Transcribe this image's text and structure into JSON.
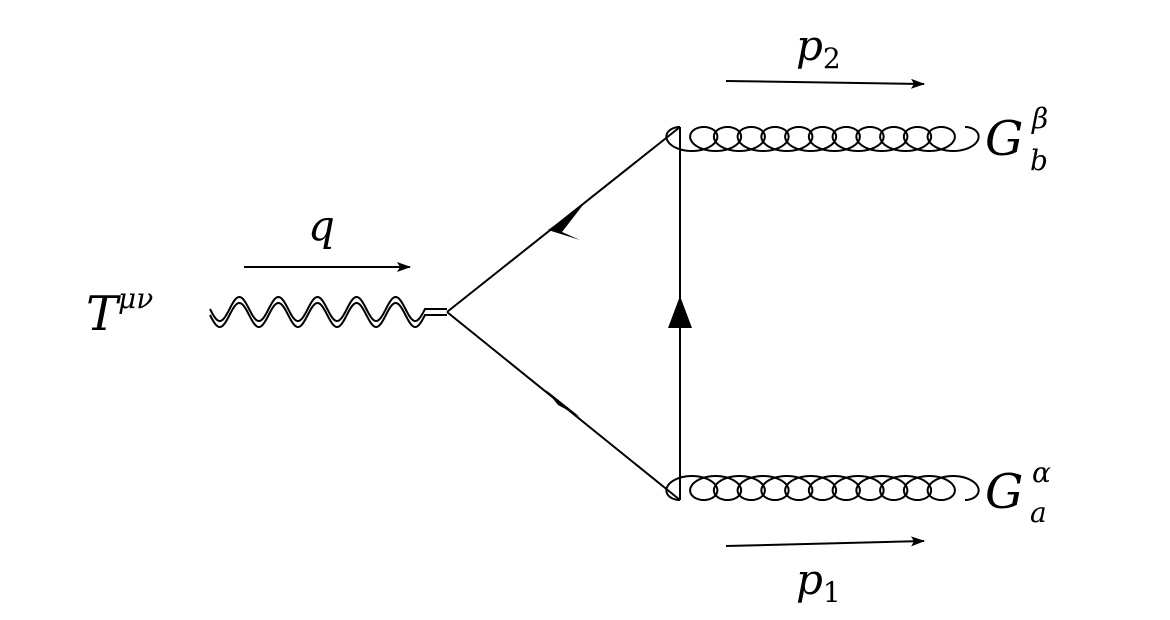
{
  "labels": {
    "tensor": {
      "base": "T",
      "sup": "μν"
    },
    "q": "q",
    "p1": {
      "base": "p",
      "sub": "1"
    },
    "p2": {
      "base": "p",
      "sub": "2"
    },
    "gluon_top": {
      "base": "G",
      "sup": "β",
      "sub": "b"
    },
    "gluon_bottom": {
      "base": "G",
      "sup": "α",
      "sub": "a"
    }
  }
}
